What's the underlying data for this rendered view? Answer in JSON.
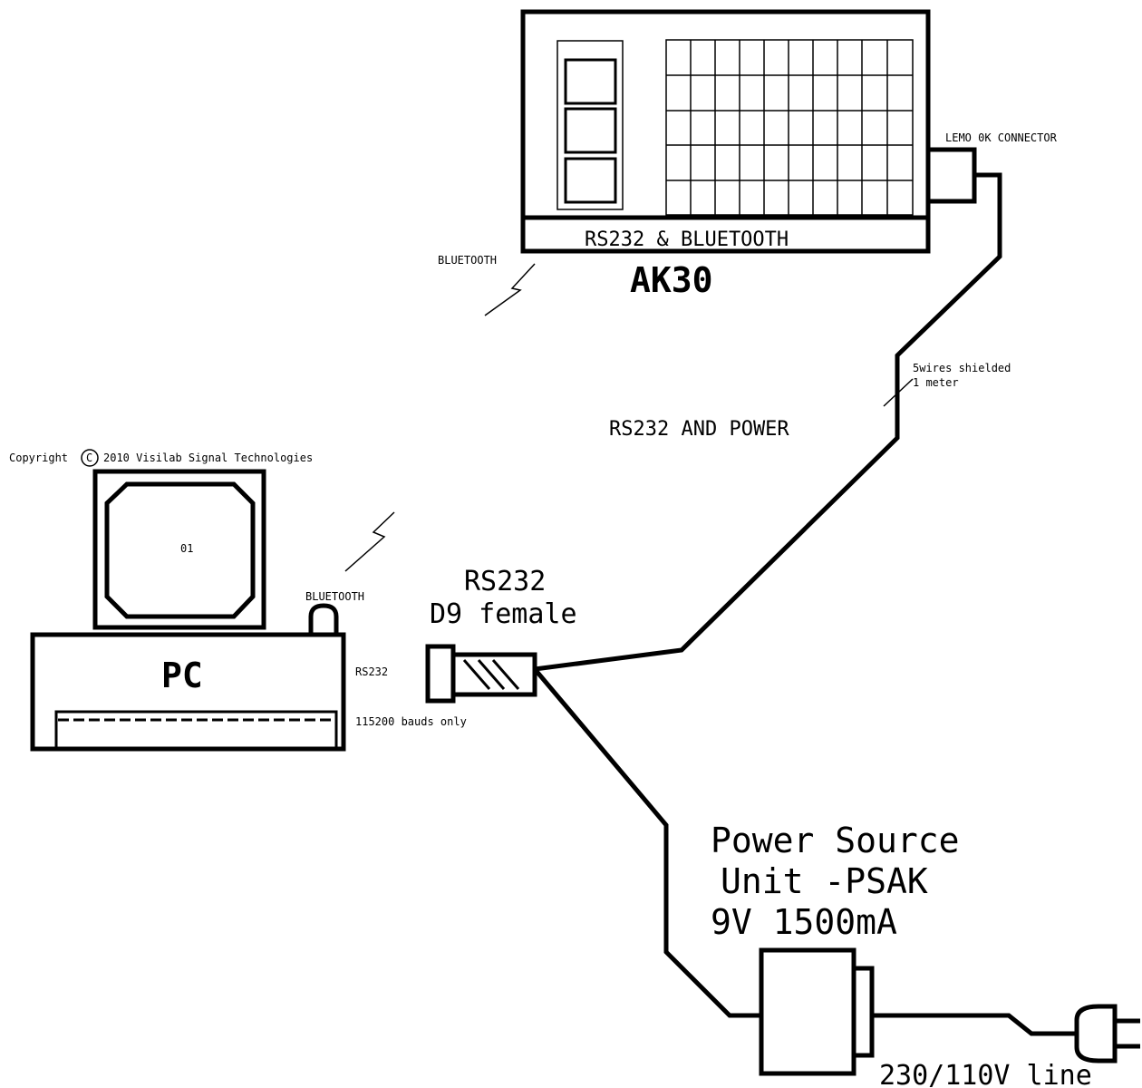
{
  "diagram": {
    "ak30": {
      "panel_label": "RS232 & BLUETOOTH",
      "name": "AK30",
      "connector_label": "LEMO 0K CONNECTOR",
      "bluetooth_label": "BLUETOOTH"
    },
    "cable": {
      "spec_line1": "5wires shielded",
      "spec_line2": "1 meter",
      "label": "RS232 AND POWER"
    },
    "copyright": {
      "prefix": "Copyright",
      "symbol": "C",
      "text": "2010 Visilab Signal Technologies"
    },
    "pc": {
      "screen_text": "01",
      "name": "PC",
      "bluetooth_label": "BLUETOOTH",
      "port_label": "RS232",
      "baud_label": "115200 bauds only"
    },
    "connector": {
      "line1": "RS232",
      "line2": "D9 female"
    },
    "power": {
      "line1": "Power Source",
      "line2": "Unit -PSAK",
      "line3": "9V 1500mA",
      "mains_label": "230/110V line"
    }
  }
}
